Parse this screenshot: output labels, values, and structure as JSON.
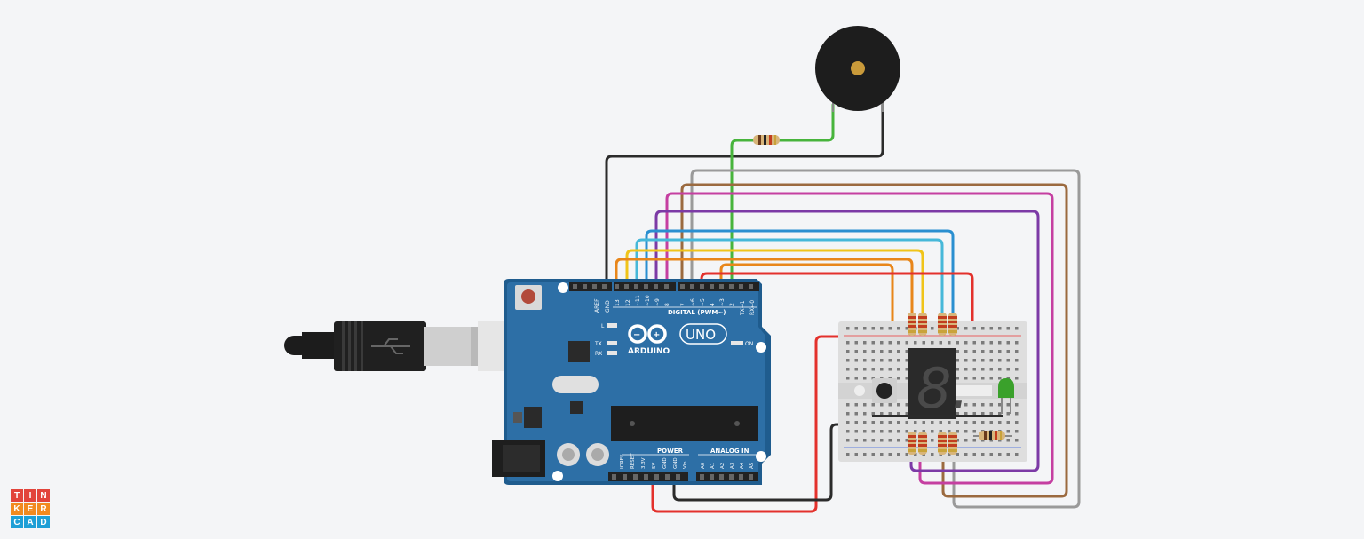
{
  "app": {
    "logo_letters": [
      "T",
      "I",
      "N",
      "K",
      "E",
      "R",
      "C",
      "A",
      "D"
    ],
    "logo_colors": [
      "#e2443b",
      "#e2443b",
      "#e2443b",
      "#f28a1f",
      "#f28a1f",
      "#f28a1f",
      "#1e9fd6",
      "#1e9fd6",
      "#1e9fd6"
    ]
  },
  "arduino": {
    "brand": "ARDUINO",
    "model": "UNO",
    "digital_header": "DIGITAL (PWM~)",
    "top_pins": [
      "AREF",
      "GND",
      "13",
      "12",
      "~11",
      "~10",
      "~9",
      "8",
      "7",
      "~6",
      "~5",
      "4",
      "~3",
      "2",
      "TX→1",
      "RX←0"
    ],
    "power_label": "POWER",
    "analog_label": "ANALOG IN",
    "power_pins": [
      "IOREF",
      "RESET",
      "3.3V",
      "5V",
      "GND",
      "GND",
      "Vin"
    ],
    "analog_pins": [
      "A0",
      "A1",
      "A2",
      "A3",
      "A4",
      "A5"
    ],
    "led_labels": [
      "L",
      "TX",
      "RX"
    ],
    "on_label": "ON"
  },
  "display": {
    "digit": "8."
  },
  "wire_colors": {
    "black": "#2b2b2b",
    "green": "#47b43c",
    "gray": "#9a9a9a",
    "brown": "#9b6a3f",
    "magenta": "#c53fa1",
    "purple": "#7c3aa6",
    "cyan": "#46b8d9",
    "blue": "#2a8fd0",
    "yellow": "#f0c419",
    "orange": "#e8861a",
    "red": "#e3312c"
  }
}
